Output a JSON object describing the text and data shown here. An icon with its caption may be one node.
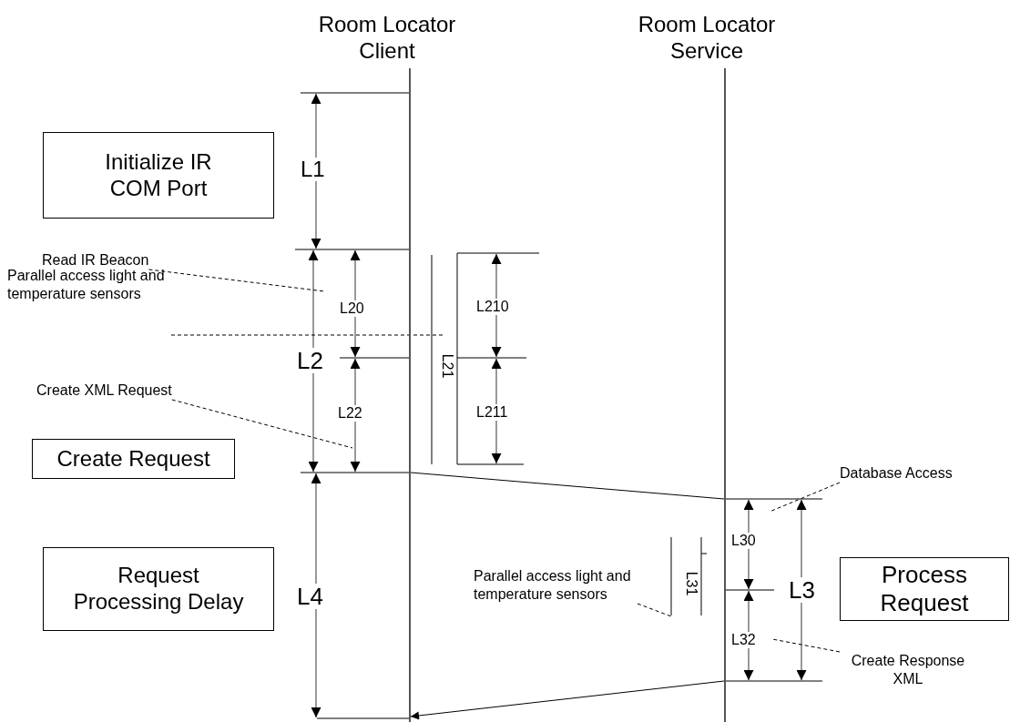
{
  "diagram": {
    "nodes": [
      {
        "text": [
          "Room Locator Client"
        ]
      },
      {
        "text": [
          "Room Locator Service"
        ]
      },
      {
        "text": [
          "Initialize IR COM Port"
        ]
      },
      {
        "text": [
          "Read IR Beacon"
        ]
      },
      {
        "text": [
          "Parallel access light and temperature sensors"
        ]
      },
      {
        "text": [
          "Create XML Request"
        ]
      },
      {
        "text": [
          "Create Request"
        ]
      },
      {
        "text": [
          "Database Access"
        ]
      },
      {
        "text": [
          "Process Request"
        ]
      },
      {
        "text": [
          "Request Processing Delay"
        ]
      },
      {
        "text": [
          "Parallel access light and temperature sensors"
        ]
      },
      {
        "text": [
          "Create Response XML"
        ]
      },
      {
        "text": [],
        "shape": "bar"
      },
      {
        "text": [],
        "shape": "bar"
      }
    ],
    "edges": [
      {
        "from": 12,
        "to": 13,
        "arrow": "none"
      },
      {
        "from": 13,
        "to": 12,
        "arrow": "to"
      },
      {
        "from": 3,
        "to": null,
        "arrow": "none",
        "style": "dashed"
      },
      {
        "from": 4,
        "to": null,
        "arrow": "none",
        "style": "dashed"
      },
      {
        "from": 5,
        "to": null,
        "arrow": "none",
        "style": "dashed"
      },
      {
        "from": 7,
        "to": null,
        "arrow": "none",
        "style": "dashed"
      },
      {
        "from": 10,
        "to": null,
        "arrow": "none",
        "style": "dashed"
      },
      {
        "from": 11,
        "to": null,
        "arrow": "none",
        "style": "dashed"
      }
    ],
    "labels": [
      "L1",
      "L20",
      "L210",
      "L2",
      "L21",
      "L22",
      "L211",
      "L30",
      "L4",
      "L31",
      "L3",
      "L32"
    ]
  }
}
